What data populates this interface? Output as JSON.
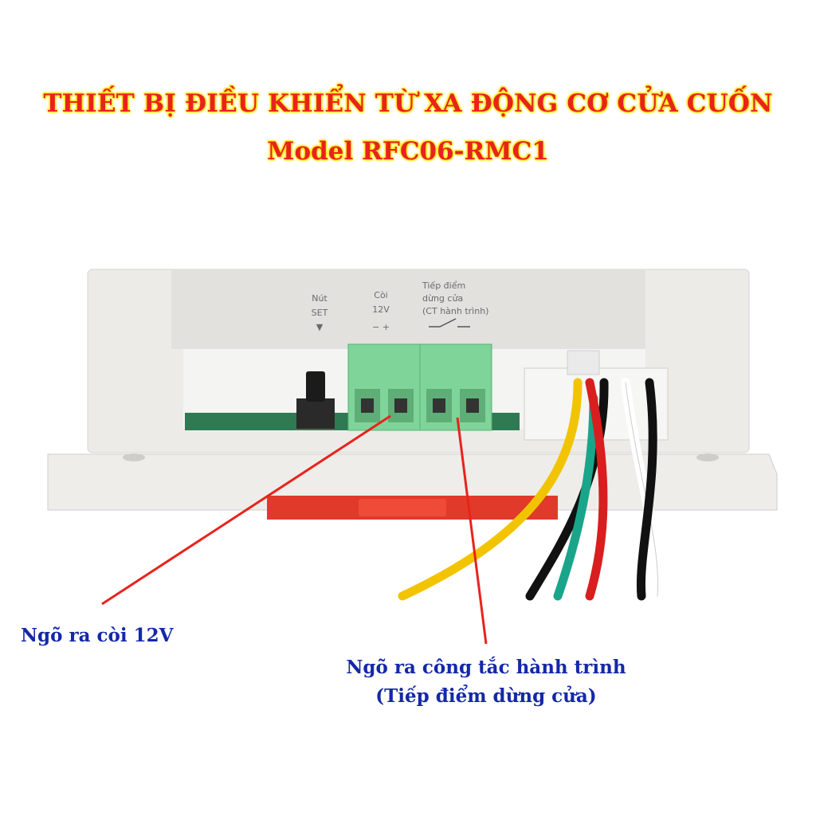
{
  "title": {
    "main": "THIẾT BỊ ĐIỀU KHIỂN TỪ XA ĐỘNG CƠ CỬA CUỐN",
    "model": "Model RFC06-RMC1"
  },
  "panel_labels": {
    "set_button": [
      "Nút",
      "SET",
      "▼"
    ],
    "horn": [
      "Còi",
      "12V",
      "−  +"
    ],
    "contact": [
      "Tiếp điểm",
      "dừng cửa",
      "(CT hành trình)"
    ]
  },
  "callouts": {
    "horn_output": "Ngõ ra còi 12V",
    "limit_switch_output_line1": "Ngõ ra công tắc hành trình",
    "limit_switch_output_line2": "(Tiếp điểm dừng cửa)"
  },
  "colors": {
    "title_text": "#e8231c",
    "title_glow": "#ffe600",
    "callout_text": "#1428a8",
    "pointer_line": "#e8231c",
    "terminal_green": "#7fd49a",
    "housing": "#ecebe8"
  },
  "wire_colors": [
    "#f2c400",
    "#111111",
    "#1aa58a",
    "#d81e1e",
    "#ffffff",
    "#111111"
  ]
}
